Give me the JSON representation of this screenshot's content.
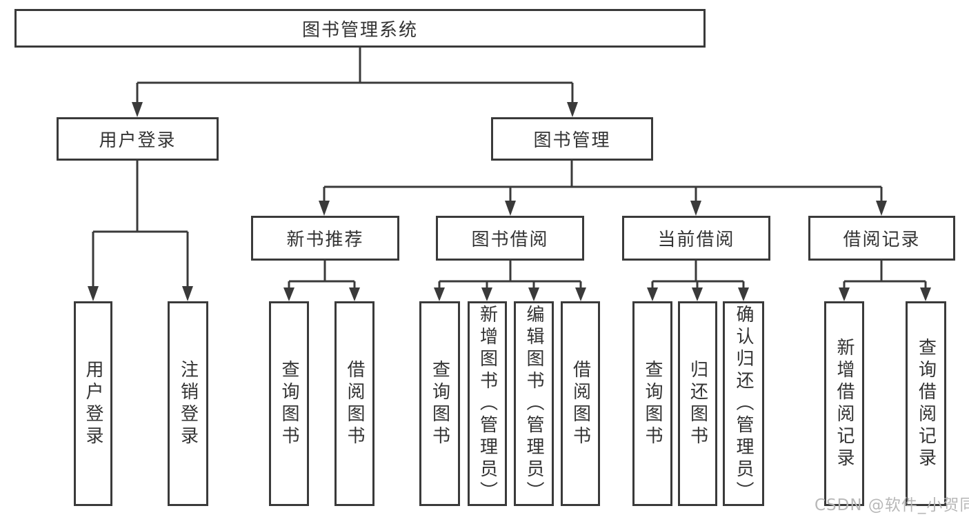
{
  "diagram": {
    "title": "图书管理系统",
    "watermark": "CSDN @软件_小贺同学",
    "colors": {
      "line": "#3a3a3a",
      "text": "#333333",
      "background": "#ffffff",
      "watermark": "#b5b5b5"
    },
    "level2": {
      "user_login": "用户登录",
      "book_mgmt": "图书管理"
    },
    "level3": {
      "new_book": "新书推荐",
      "borrow": "图书借阅",
      "current": "当前借阅",
      "records": "借阅记录"
    },
    "leaves": {
      "user_login": "用户登录",
      "logout": "注销登录",
      "nb_query": "查询图书",
      "nb_borrow": "借阅图书",
      "bb_query": "查询图书",
      "bb_add": "新增图书（管理员）",
      "bb_edit": "编辑图书（管理员）",
      "bb_borrow": "借阅图书",
      "cb_query": "查询图书",
      "cb_return": "归还图书",
      "cb_confirm": "确认归还（管理员）",
      "br_add": "新增借阅记录",
      "br_query": "查询借阅记录"
    }
  }
}
